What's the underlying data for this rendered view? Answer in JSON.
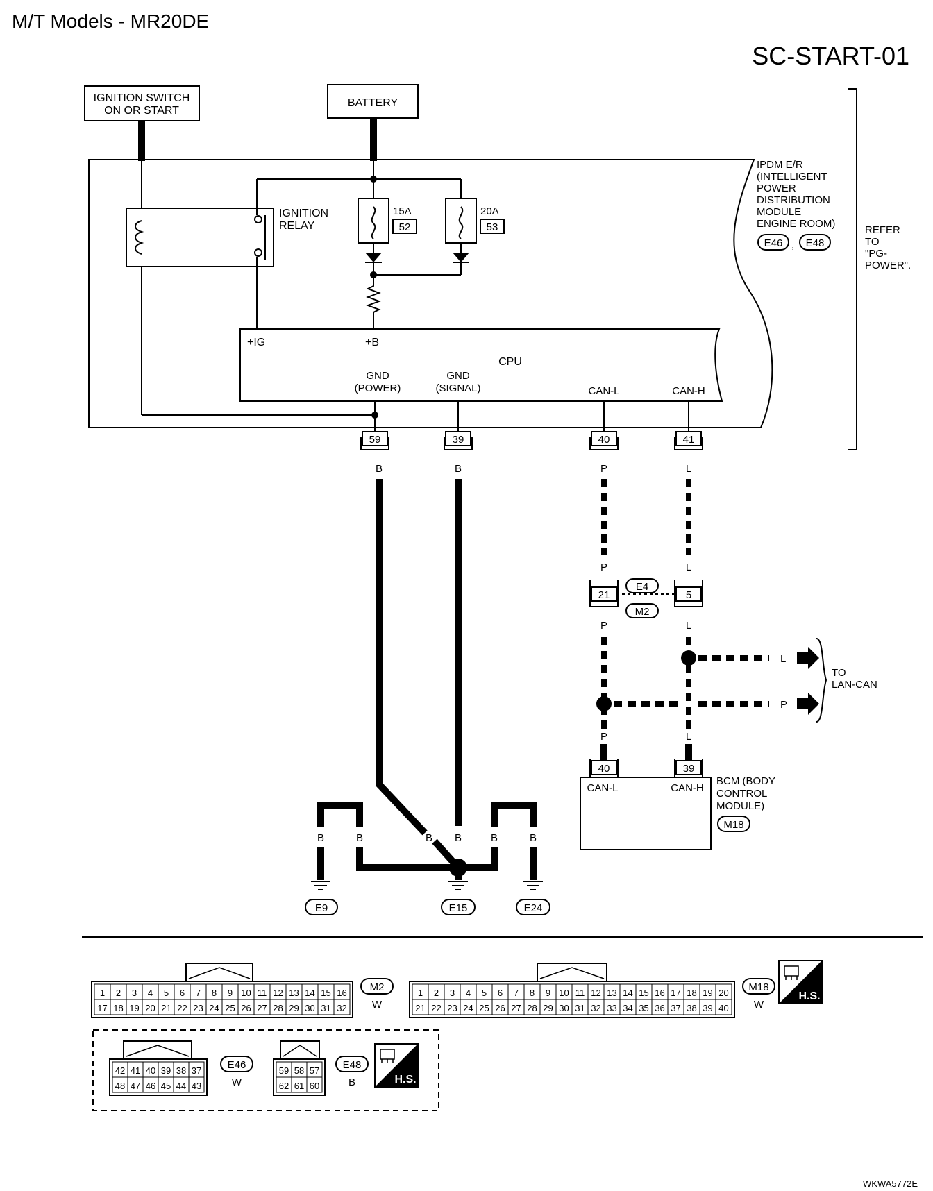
{
  "header": {
    "model_title": "M/T Models - MR20DE",
    "diagram_id": "SC-START-01",
    "figure_code": "WKWA5772E"
  },
  "sources": {
    "ignition_switch": [
      "IGNITION SWITCH",
      "ON OR START"
    ],
    "battery": "BATTERY"
  },
  "ipdm": {
    "title_lines": [
      "IPDM E/R",
      "(INTELLIGENT",
      "POWER",
      "DISTRIBUTION",
      "MODULE",
      "ENGINE ROOM)"
    ],
    "connectors": [
      "E46",
      "E48"
    ],
    "relay_label": [
      "IGNITION",
      "RELAY"
    ],
    "fuses": [
      {
        "amp": "15A",
        "number": "52"
      },
      {
        "amp": "20A",
        "number": "53"
      }
    ],
    "cpu": {
      "label": "CPU",
      "plus_ig": "+IG",
      "plus_b": "+B",
      "gnd_power": [
        "GND",
        "(POWER)"
      ],
      "gnd_signal": [
        "GND",
        "(SIGNAL)"
      ],
      "can_l": "CAN-L",
      "can_h": "CAN-H"
    },
    "pins": [
      "59",
      "39",
      "40",
      "41"
    ]
  },
  "refer": [
    "REFER",
    "TO",
    "\"PG-",
    "POWER\"."
  ],
  "wires": {
    "b": "B",
    "p": "P",
    "l": "L"
  },
  "junction": {
    "connectors": [
      "E4",
      "M2"
    ],
    "pins": [
      "21",
      "5"
    ]
  },
  "lan_can": [
    "TO",
    "LAN-CAN"
  ],
  "bcm": {
    "title_lines": [
      "BCM (BODY",
      "CONTROL",
      "MODULE)"
    ],
    "connector": "M18",
    "pins": [
      "40",
      "39"
    ],
    "can_l": "CAN-L",
    "can_h": "CAN-H"
  },
  "grounds": [
    "E9",
    "E15",
    "E24"
  ],
  "connector_views": {
    "m2": {
      "id": "M2",
      "color": "W",
      "row1": [
        "1",
        "2",
        "3",
        "4",
        "5",
        "6",
        "7",
        "8",
        "9",
        "10",
        "11",
        "12",
        "13",
        "14",
        "15",
        "16"
      ],
      "row2": [
        "17",
        "18",
        "19",
        "20",
        "21",
        "22",
        "23",
        "24",
        "25",
        "26",
        "27",
        "28",
        "29",
        "30",
        "31",
        "32"
      ]
    },
    "m18": {
      "id": "M18",
      "color": "W",
      "row1": [
        "1",
        "2",
        "3",
        "4",
        "5",
        "6",
        "7",
        "8",
        "9",
        "10",
        "11",
        "12",
        "13",
        "14",
        "15",
        "16",
        "17",
        "18",
        "19",
        "20"
      ],
      "row2": [
        "21",
        "22",
        "23",
        "24",
        "25",
        "26",
        "27",
        "28",
        "29",
        "30",
        "31",
        "32",
        "33",
        "34",
        "35",
        "36",
        "37",
        "38",
        "39",
        "40"
      ]
    },
    "e46": {
      "id": "E46",
      "color": "W",
      "row1": [
        "42",
        "41",
        "40",
        "39",
        "38",
        "37"
      ],
      "row2": [
        "48",
        "47",
        "46",
        "45",
        "44",
        "43"
      ]
    },
    "e48": {
      "id": "E48",
      "color": "B",
      "row1": [
        "59",
        "58",
        "57"
      ],
      "row2": [
        "62",
        "61",
        "60"
      ]
    },
    "hs_label": "H.S."
  }
}
